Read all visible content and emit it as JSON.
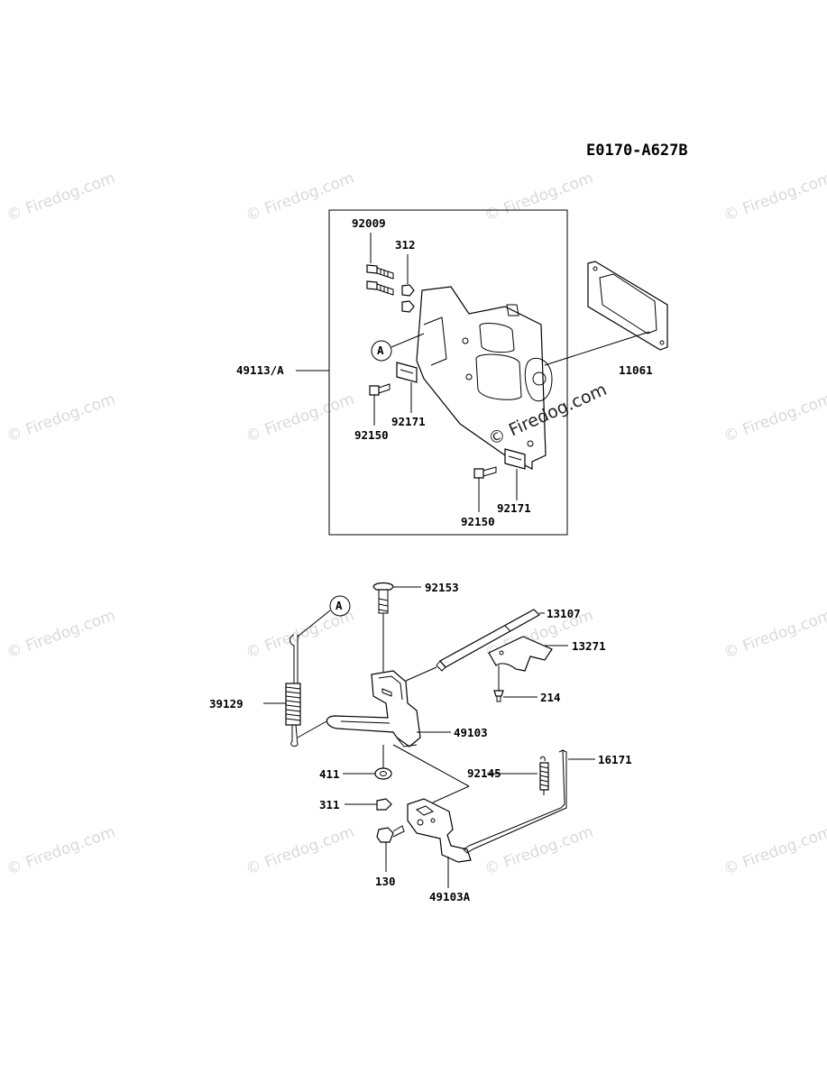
{
  "diagram": {
    "code": "E0170-A627B",
    "watermark": "© Firedog.com",
    "callout_letter": "A",
    "labels": {
      "p92009": "92009",
      "p312": "312",
      "p49113A": "49113/A",
      "p11061": "11061",
      "p92171_a": "92171",
      "p92150_a": "92150",
      "p92171_b": "92171",
      "p92150_b": "92150",
      "p92153": "92153",
      "p13107": "13107",
      "p13271": "13271",
      "p214": "214",
      "p39129": "39129",
      "p49103": "49103",
      "p411": "411",
      "p92145": "92145",
      "p16171": "16171",
      "p311": "311",
      "p130": "130",
      "p49103A": "49103A"
    }
  }
}
